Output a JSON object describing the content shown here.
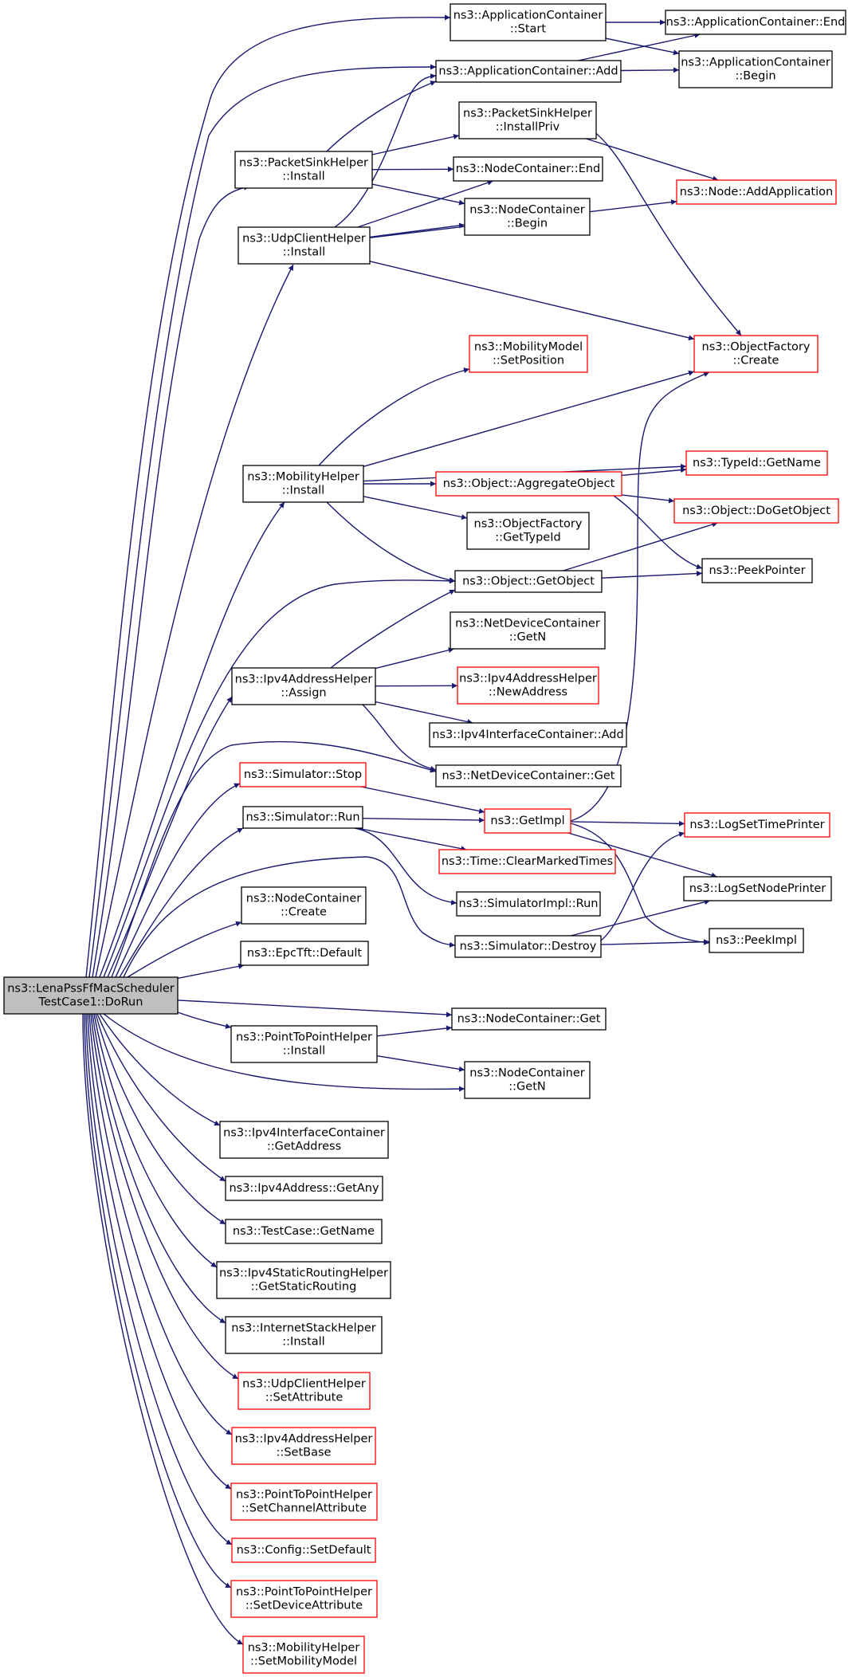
{
  "diagram": {
    "colors": {
      "edge": "#191970",
      "border_default": "#000000",
      "border_red": "#ff0000",
      "root_fill": "#bfbfbf",
      "node_fill": "#ffffff"
    },
    "root_id": "doRun",
    "nodes": [
      {
        "id": "doRun",
        "lines": [
          "ns3::LenaPssFfMacScheduler",
          "TestCase1::DoRun"
        ],
        "style": "root"
      },
      {
        "id": "appStart",
        "lines": [
          "ns3::ApplicationContainer",
          "::Start"
        ],
        "style": "black"
      },
      {
        "id": "appEnd",
        "lines": [
          "ns3::ApplicationContainer::End"
        ],
        "style": "black"
      },
      {
        "id": "appAdd",
        "lines": [
          "ns3::ApplicationContainer::Add"
        ],
        "style": "black"
      },
      {
        "id": "appBegin",
        "lines": [
          "ns3::ApplicationContainer",
          "::Begin"
        ],
        "style": "black"
      },
      {
        "id": "psInstallPriv",
        "lines": [
          "ns3::PacketSinkHelper",
          "::InstallPriv"
        ],
        "style": "black"
      },
      {
        "id": "psInstall",
        "lines": [
          "ns3::PacketSinkHelper",
          "::Install"
        ],
        "style": "black"
      },
      {
        "id": "ncEnd",
        "lines": [
          "ns3::NodeContainer::End"
        ],
        "style": "black"
      },
      {
        "id": "nodeAddApp",
        "lines": [
          "ns3::Node::AddApplication"
        ],
        "style": "red"
      },
      {
        "id": "ncBegin",
        "lines": [
          "ns3::NodeContainer",
          "::Begin"
        ],
        "style": "black"
      },
      {
        "id": "udpInstall",
        "lines": [
          "ns3::UdpClientHelper",
          "::Install"
        ],
        "style": "black"
      },
      {
        "id": "mmSetPos",
        "lines": [
          "ns3::MobilityModel",
          "::SetPosition"
        ],
        "style": "red"
      },
      {
        "id": "ofCreate",
        "lines": [
          "ns3::ObjectFactory",
          "::Create"
        ],
        "style": "red"
      },
      {
        "id": "mhInstall",
        "lines": [
          "ns3::MobilityHelper",
          "::Install"
        ],
        "style": "black"
      },
      {
        "id": "typeIdGetName",
        "lines": [
          "ns3::TypeId::GetName"
        ],
        "style": "red"
      },
      {
        "id": "objAggregate",
        "lines": [
          "ns3::Object::AggregateObject"
        ],
        "style": "red"
      },
      {
        "id": "objDoGet",
        "lines": [
          "ns3::Object::DoGetObject"
        ],
        "style": "red"
      },
      {
        "id": "ofGetTypeId",
        "lines": [
          "ns3::ObjectFactory",
          "::GetTypeId"
        ],
        "style": "black"
      },
      {
        "id": "objGetObject",
        "lines": [
          "ns3::Object::GetObject"
        ],
        "style": "black"
      },
      {
        "id": "peekPointer",
        "lines": [
          "ns3::PeekPointer"
        ],
        "style": "black"
      },
      {
        "id": "ndcGetN",
        "lines": [
          "ns3::NetDeviceContainer",
          "::GetN"
        ],
        "style": "black"
      },
      {
        "id": "ipv4Assign",
        "lines": [
          "ns3::Ipv4AddressHelper",
          "::Assign"
        ],
        "style": "black"
      },
      {
        "id": "ipv4NewAddr",
        "lines": [
          "ns3::Ipv4AddressHelper",
          "::NewAddress"
        ],
        "style": "red"
      },
      {
        "id": "iicAdd",
        "lines": [
          "ns3::Ipv4InterfaceContainer::Add"
        ],
        "style": "black"
      },
      {
        "id": "simStop",
        "lines": [
          "ns3::Simulator::Stop"
        ],
        "style": "red"
      },
      {
        "id": "ndcGet",
        "lines": [
          "ns3::NetDeviceContainer::Get"
        ],
        "style": "black"
      },
      {
        "id": "simRun",
        "lines": [
          "ns3::Simulator::Run"
        ],
        "style": "black"
      },
      {
        "id": "getImpl",
        "lines": [
          "ns3::GetImpl"
        ],
        "style": "red"
      },
      {
        "id": "logSetTime",
        "lines": [
          "ns3::LogSetTimePrinter"
        ],
        "style": "red"
      },
      {
        "id": "timeClear",
        "lines": [
          "ns3::Time::ClearMarkedTimes"
        ],
        "style": "red"
      },
      {
        "id": "logSetNode",
        "lines": [
          "ns3::LogSetNodePrinter"
        ],
        "style": "black"
      },
      {
        "id": "simImplRun",
        "lines": [
          "ns3::SimulatorImpl::Run"
        ],
        "style": "black"
      },
      {
        "id": "ncCreate",
        "lines": [
          "ns3::NodeContainer",
          "::Create"
        ],
        "style": "black"
      },
      {
        "id": "simDestroy",
        "lines": [
          "ns3::Simulator::Destroy"
        ],
        "style": "black"
      },
      {
        "id": "peekImpl",
        "lines": [
          "ns3::PeekImpl"
        ],
        "style": "black"
      },
      {
        "id": "epcDefault",
        "lines": [
          "ns3::EpcTft::Default"
        ],
        "style": "black"
      },
      {
        "id": "p2pInstall",
        "lines": [
          "ns3::PointToPointHelper",
          "::Install"
        ],
        "style": "black"
      },
      {
        "id": "ncGet",
        "lines": [
          "ns3::NodeContainer::Get"
        ],
        "style": "black"
      },
      {
        "id": "ncGetN",
        "lines": [
          "ns3::NodeContainer",
          "::GetN"
        ],
        "style": "black"
      },
      {
        "id": "iicGetAddr",
        "lines": [
          "ns3::Ipv4InterfaceContainer",
          "::GetAddress"
        ],
        "style": "black"
      },
      {
        "id": "ipv4GetAny",
        "lines": [
          "ns3::Ipv4Address::GetAny"
        ],
        "style": "black"
      },
      {
        "id": "tcGetName",
        "lines": [
          "ns3::TestCase::GetName"
        ],
        "style": "black"
      },
      {
        "id": "staticRouting",
        "lines": [
          "ns3::Ipv4StaticRoutingHelper",
          "::GetStaticRouting"
        ],
        "style": "black"
      },
      {
        "id": "inetInstall",
        "lines": [
          "ns3::InternetStackHelper",
          "::Install"
        ],
        "style": "black"
      },
      {
        "id": "udpSetAttr",
        "lines": [
          "ns3::UdpClientHelper",
          "::SetAttribute"
        ],
        "style": "red"
      },
      {
        "id": "ipv4SetBase",
        "lines": [
          "ns3::Ipv4AddressHelper",
          "::SetBase"
        ],
        "style": "red"
      },
      {
        "id": "p2pSetChan",
        "lines": [
          "ns3::PointToPointHelper",
          "::SetChannelAttribute"
        ],
        "style": "red"
      },
      {
        "id": "cfgSetDefault",
        "lines": [
          "ns3::Config::SetDefault"
        ],
        "style": "red"
      },
      {
        "id": "p2pSetDev",
        "lines": [
          "ns3::PointToPointHelper",
          "::SetDeviceAttribute"
        ],
        "style": "red"
      },
      {
        "id": "mhSetModel",
        "lines": [
          "ns3::MobilityHelper",
          "::SetMobilityModel"
        ],
        "style": "red"
      }
    ],
    "edges": [
      [
        "doRun",
        "appStart"
      ],
      [
        "doRun",
        "appAdd"
      ],
      [
        "doRun",
        "psInstall"
      ],
      [
        "doRun",
        "udpInstall"
      ],
      [
        "doRun",
        "mhInstall"
      ],
      [
        "doRun",
        "objGetObject"
      ],
      [
        "doRun",
        "ipv4Assign"
      ],
      [
        "doRun",
        "ndcGet"
      ],
      [
        "doRun",
        "simStop"
      ],
      [
        "doRun",
        "simRun"
      ],
      [
        "doRun",
        "simDestroy"
      ],
      [
        "doRun",
        "ncCreate"
      ],
      [
        "doRun",
        "epcDefault"
      ],
      [
        "doRun",
        "ncGet"
      ],
      [
        "doRun",
        "p2pInstall"
      ],
      [
        "doRun",
        "ncGetN"
      ],
      [
        "doRun",
        "iicGetAddr"
      ],
      [
        "doRun",
        "ipv4GetAny"
      ],
      [
        "doRun",
        "tcGetName"
      ],
      [
        "doRun",
        "staticRouting"
      ],
      [
        "doRun",
        "inetInstall"
      ],
      [
        "doRun",
        "udpSetAttr"
      ],
      [
        "doRun",
        "ipv4SetBase"
      ],
      [
        "doRun",
        "p2pSetChan"
      ],
      [
        "doRun",
        "cfgSetDefault"
      ],
      [
        "doRun",
        "p2pSetDev"
      ],
      [
        "doRun",
        "mhSetModel"
      ],
      [
        "appStart",
        "appEnd"
      ],
      [
        "appStart",
        "appBegin"
      ],
      [
        "appAdd",
        "appEnd"
      ],
      [
        "appAdd",
        "appBegin"
      ],
      [
        "psInstall",
        "appAdd"
      ],
      [
        "psInstall",
        "psInstallPriv"
      ],
      [
        "psInstall",
        "ncEnd"
      ],
      [
        "psInstall",
        "ncBegin"
      ],
      [
        "psInstallPriv",
        "nodeAddApp"
      ],
      [
        "psInstallPriv",
        "ofCreate"
      ],
      [
        "udpInstall",
        "appAdd"
      ],
      [
        "udpInstall",
        "ncEnd"
      ],
      [
        "udpInstall",
        "ncBegin"
      ],
      [
        "udpInstall",
        "nodeAddApp"
      ],
      [
        "udpInstall",
        "ofCreate"
      ],
      [
        "mhInstall",
        "mmSetPos"
      ],
      [
        "mhInstall",
        "ofCreate"
      ],
      [
        "mhInstall",
        "typeIdGetName"
      ],
      [
        "mhInstall",
        "objAggregate"
      ],
      [
        "mhInstall",
        "ofGetTypeId"
      ],
      [
        "mhInstall",
        "objGetObject"
      ],
      [
        "objAggregate",
        "typeIdGetName"
      ],
      [
        "objAggregate",
        "objDoGet"
      ],
      [
        "objAggregate",
        "peekPointer"
      ],
      [
        "objGetObject",
        "objDoGet"
      ],
      [
        "objGetObject",
        "peekPointer"
      ],
      [
        "ipv4Assign",
        "objGetObject"
      ],
      [
        "ipv4Assign",
        "ndcGetN"
      ],
      [
        "ipv4Assign",
        "ipv4NewAddr"
      ],
      [
        "ipv4Assign",
        "iicAdd"
      ],
      [
        "ipv4Assign",
        "ndcGet"
      ],
      [
        "simStop",
        "getImpl"
      ],
      [
        "simRun",
        "getImpl"
      ],
      [
        "simRun",
        "timeClear"
      ],
      [
        "simRun",
        "simImplRun"
      ],
      [
        "getImpl",
        "ofCreate"
      ],
      [
        "getImpl",
        "logSetTime"
      ],
      [
        "getImpl",
        "logSetNode"
      ],
      [
        "getImpl",
        "peekImpl"
      ],
      [
        "simDestroy",
        "logSetTime"
      ],
      [
        "simDestroy",
        "logSetNode"
      ],
      [
        "simDestroy",
        "peekImpl"
      ],
      [
        "p2pInstall",
        "ncGet"
      ],
      [
        "p2pInstall",
        "ncGetN"
      ]
    ]
  }
}
